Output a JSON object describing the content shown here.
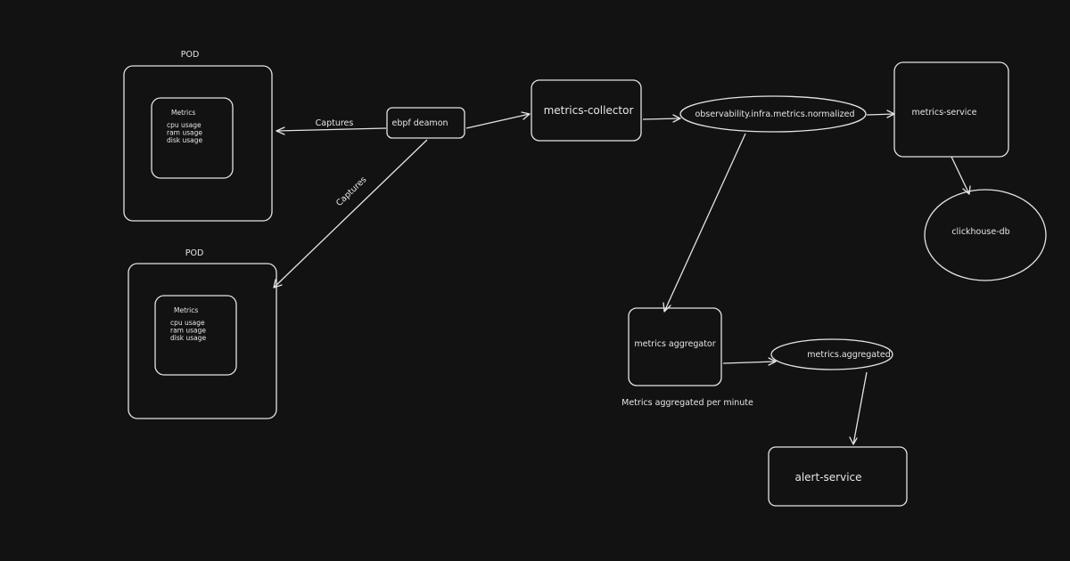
{
  "diagram": {
    "pods": [
      {
        "title": "POD",
        "metrics_title": "Metrics",
        "lines": [
          "cpu usage",
          "ram usage",
          "disk usage"
        ]
      },
      {
        "title": "POD",
        "metrics_title": "Metrics",
        "lines": [
          "cpu usage",
          "ram usage",
          "disk usage"
        ]
      }
    ],
    "nodes": {
      "ebpf": "ebpf deamon",
      "collector": "metrics-collector",
      "normalized_topic": "observability.infra.metrics.normalized",
      "metrics_service": "metrics-service",
      "clickhouse": "clickhouse-db",
      "aggregator": "metrics aggregator",
      "aggregated_topic": "metrics.aggregated",
      "alert_service": "alert-service"
    },
    "edge_labels": {
      "captures_1": "Captures",
      "captures_2": "Captures"
    },
    "notes": {
      "aggregator_note": "Metrics aggregated per minute"
    },
    "colors": {
      "background": "#121212",
      "stroke": "#e4e4e4",
      "text": "#e6e6e6"
    }
  }
}
